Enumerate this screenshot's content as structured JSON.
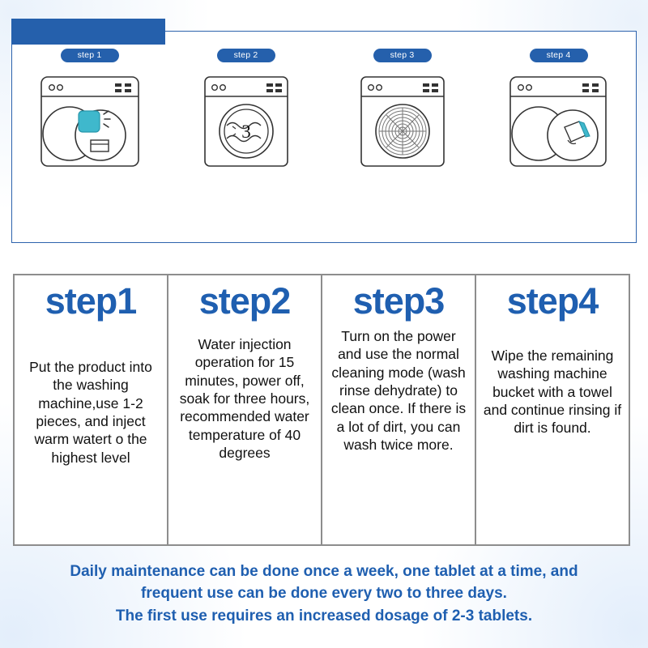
{
  "top_panel": {
    "steps": [
      {
        "chip": "step 1",
        "icon": "washing-machine-add-tablet"
      },
      {
        "chip": "step 2",
        "icon": "washing-machine-soak-3-hours"
      },
      {
        "chip": "step 3",
        "icon": "washing-machine-cleaning-cycle"
      },
      {
        "chip": "step 4",
        "icon": "washing-machine-wipe-with-towel"
      }
    ],
    "soak_label": "3"
  },
  "cards": [
    {
      "title": "step1",
      "text": "Put the product into the washing machine,use 1-2 pieces, and inject warm watert o the highest level"
    },
    {
      "title": "step2",
      "text": "Water injection operation for 15 minutes, power off, soak for three hours, recommended water temperature of 40 degrees"
    },
    {
      "title": "step3",
      "text": "Turn on the power and use the normal cleaning mode (wash rinse dehydrate) to clean once. If there is a lot of dirt, you can wash twice more."
    },
    {
      "title": "step4",
      "text": "Wipe the remaining washing machine bucket with a towel and continue rinsing if dirt is found."
    }
  ],
  "footer": {
    "line1": "Daily maintenance can be done once a week, one tablet at a time, and",
    "line2": "frequent use can be done every two to three days.",
    "line3": "The first use requires an increased dosage of 2-3 tablets."
  },
  "colors": {
    "brand_blue": "#2560ac",
    "title_blue": "#1f5fb0",
    "tablet_teal": "#3fb8cc",
    "card_border": "#8d8d8d"
  }
}
